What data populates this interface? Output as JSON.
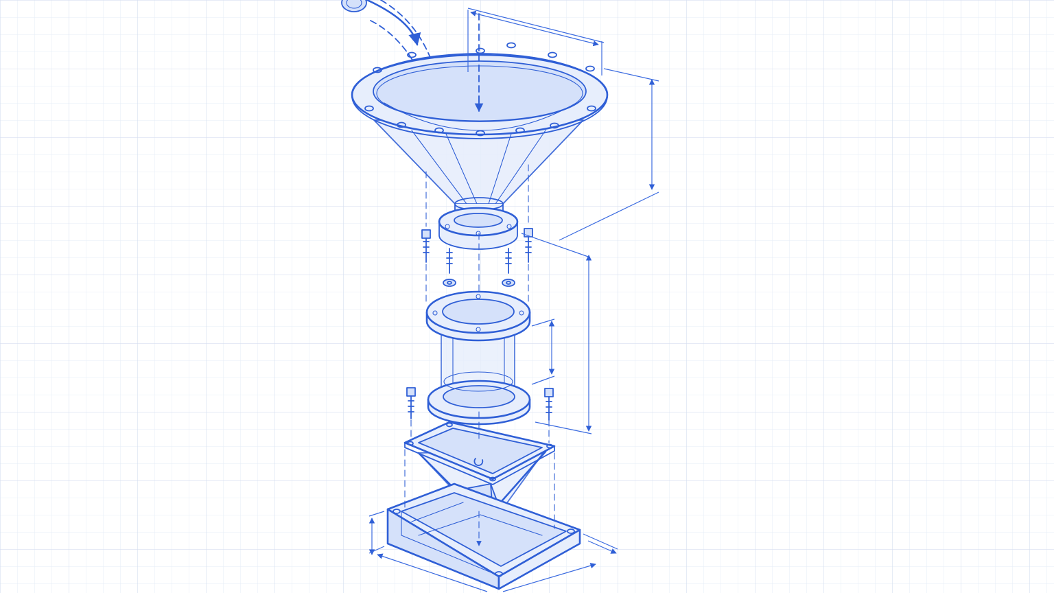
{
  "colors": {
    "ink": "#2f5fd6",
    "dimension": "#3b6be0",
    "fill_light": "#e7eefc",
    "fill_mid": "#d5e1fa",
    "grid_minor": "#e6ecf7",
    "grid_major": "#d6def0",
    "background": "#ffffff"
  },
  "parts": [
    {
      "name": "ball-inlet"
    },
    {
      "name": "hopper-funnel"
    },
    {
      "name": "funnel-outlet-flange"
    },
    {
      "name": "flange-bolts"
    },
    {
      "name": "flange-nuts"
    },
    {
      "name": "transparent-tube"
    },
    {
      "name": "square-funnel"
    },
    {
      "name": "collection-tray"
    }
  ]
}
